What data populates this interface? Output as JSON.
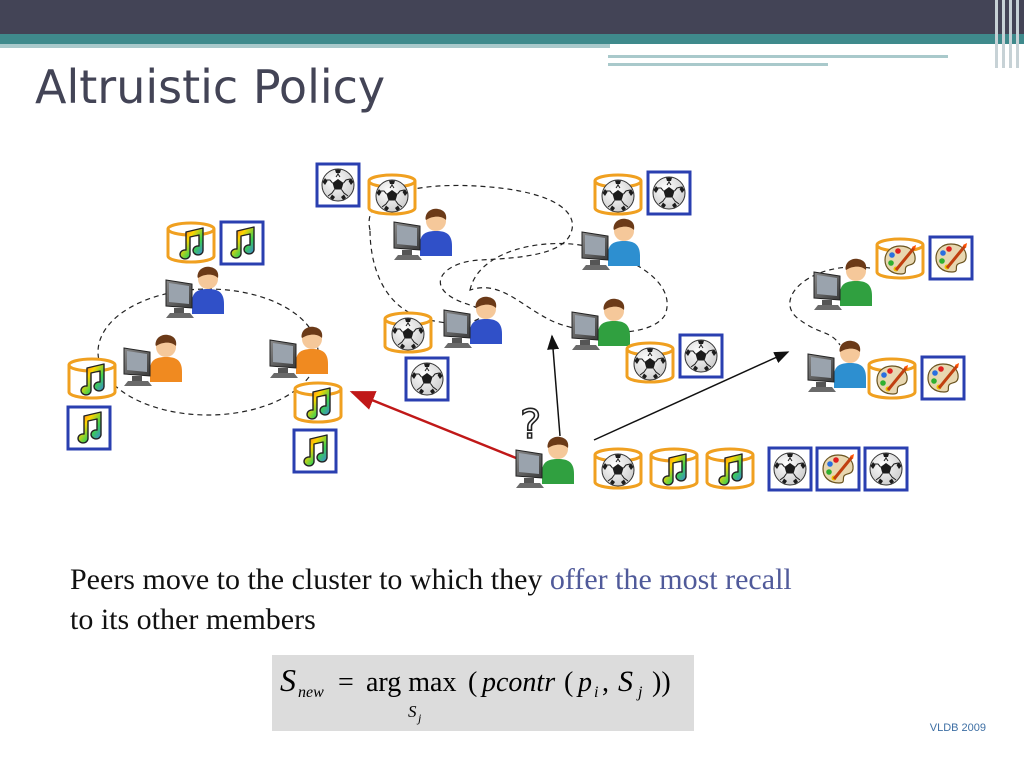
{
  "slide": {
    "title": "Altruistic Policy",
    "caption_part1": "Peers move to the cluster to which they ",
    "caption_highlight": "offer the most recall",
    "caption_part2": "to its other members",
    "footer": "VLDB 2009"
  },
  "formula": {
    "lhs": "S",
    "lhs_sub": "new",
    "equals": "=",
    "argmax": "arg max",
    "argmax_sub": "S",
    "argmax_sub_sub": "j",
    "open": "(",
    "func": "pcontr",
    "arg_open": "(",
    "p": "p",
    "p_sub": "i",
    "comma": ",",
    "S": "S",
    "S_sub": "j",
    "close": "))"
  },
  "diagram": {
    "question_mark": "?",
    "icon_types": [
      "music-note-icon",
      "soccer-ball-icon",
      "palette-icon"
    ],
    "colors": {
      "cylinder_border": "#f0a020",
      "box_border": "#2a3fb0",
      "chosen_arrow": "#c01818",
      "other_arrow": "#111111"
    }
  }
}
